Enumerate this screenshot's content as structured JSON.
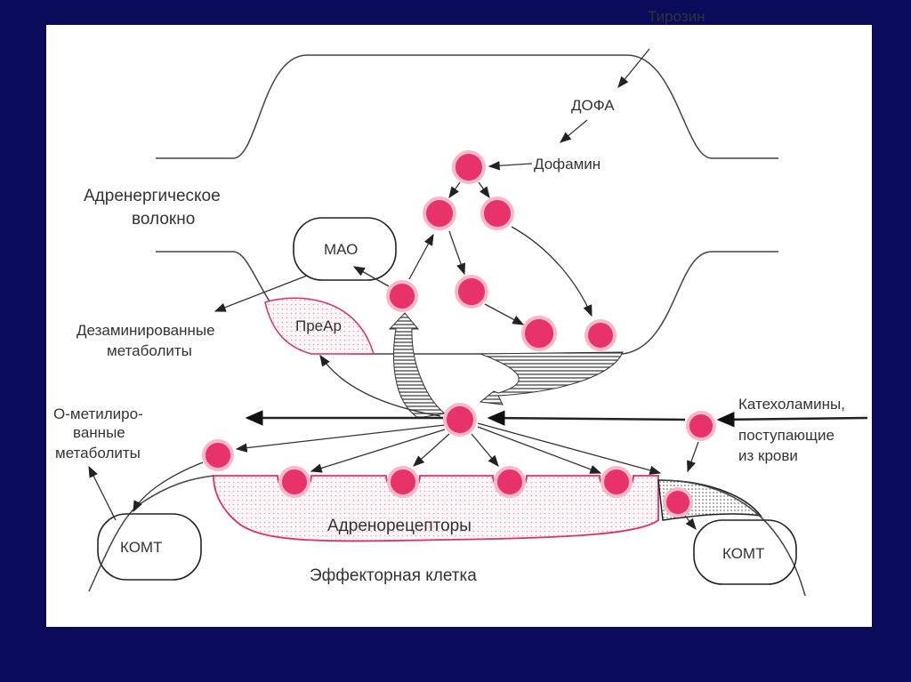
{
  "labels": {
    "tyrosine": "Тирозин",
    "dopa": "ДОФА",
    "dopamine": "Дофамин",
    "fiber_line1": "Адренергическое",
    "fiber_line2": "волокно",
    "mao": "МАО",
    "deaminated_line1": "Дезаминированные",
    "deaminated_line2": "метаболиты",
    "prear": "ПреАр",
    "omethyl_line1": "О-метилиро-",
    "omethyl_line2": "ванные",
    "omethyl_line3": "метаболиты",
    "catechol_line1": "Катехоламины,",
    "catechol_line2": "поступающие",
    "catechol_line3": "из крови",
    "receptors": "Адренорецепторы",
    "effector": "Эффекторная клетка",
    "komt_left": "КОМТ",
    "komt_right": "КОМТ"
  },
  "colors": {
    "background": "#0b0b5c",
    "vesicle": "#e8336a",
    "membrane": "#d9306a"
  }
}
